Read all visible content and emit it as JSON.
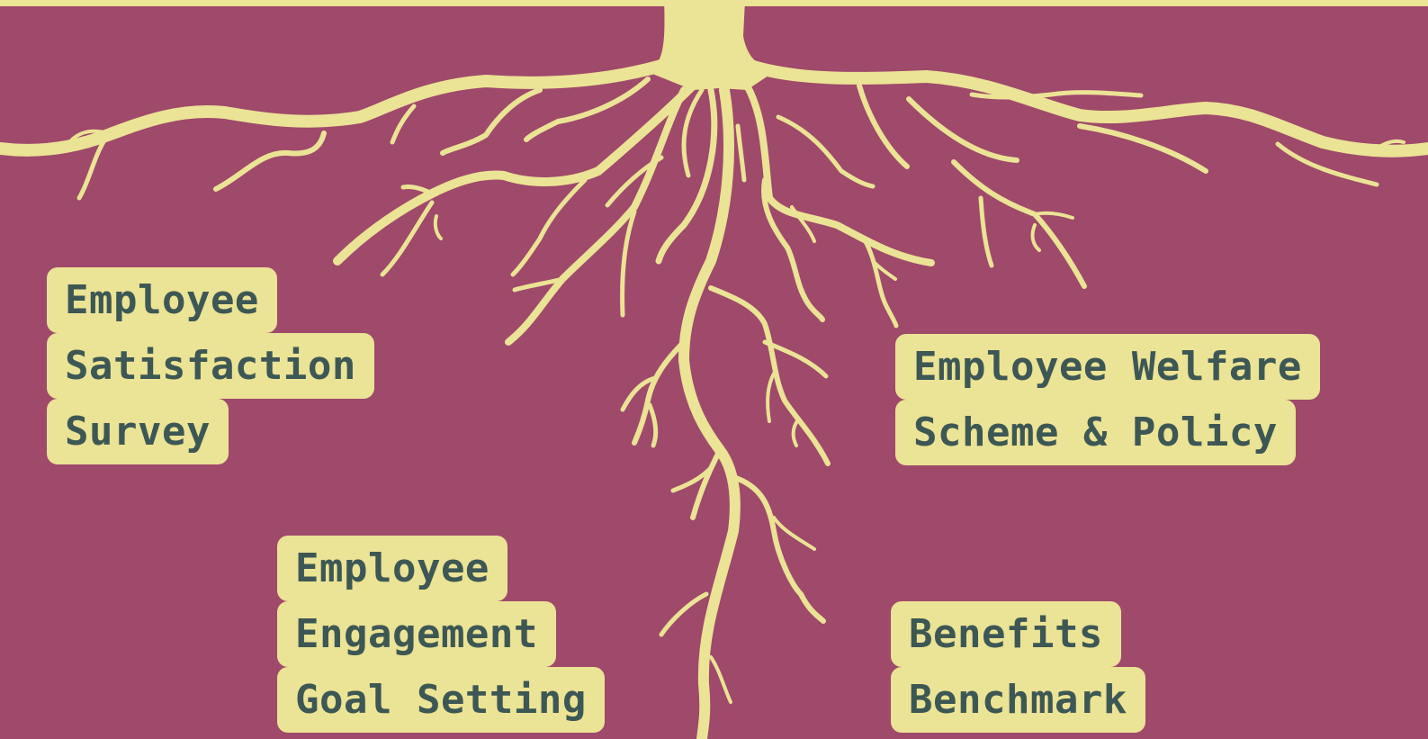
{
  "colors": {
    "background": "#9f496b",
    "roots": "#ebe395",
    "label_background": "#ebe395",
    "label_text": "#3d5755"
  },
  "illustration": "tree-roots-icon",
  "labels": {
    "employee_satisfaction_survey": [
      "Employee",
      "Satisfaction",
      "Survey"
    ],
    "employee_welfare_scheme_policy": [
      "Employee Welfare",
      "Scheme & Policy"
    ],
    "employee_engagement_goal_setting": [
      "Employee",
      "Engagement",
      "Goal Setting"
    ],
    "benefits_benchmark": [
      "Benefits",
      "Benchmark"
    ]
  }
}
